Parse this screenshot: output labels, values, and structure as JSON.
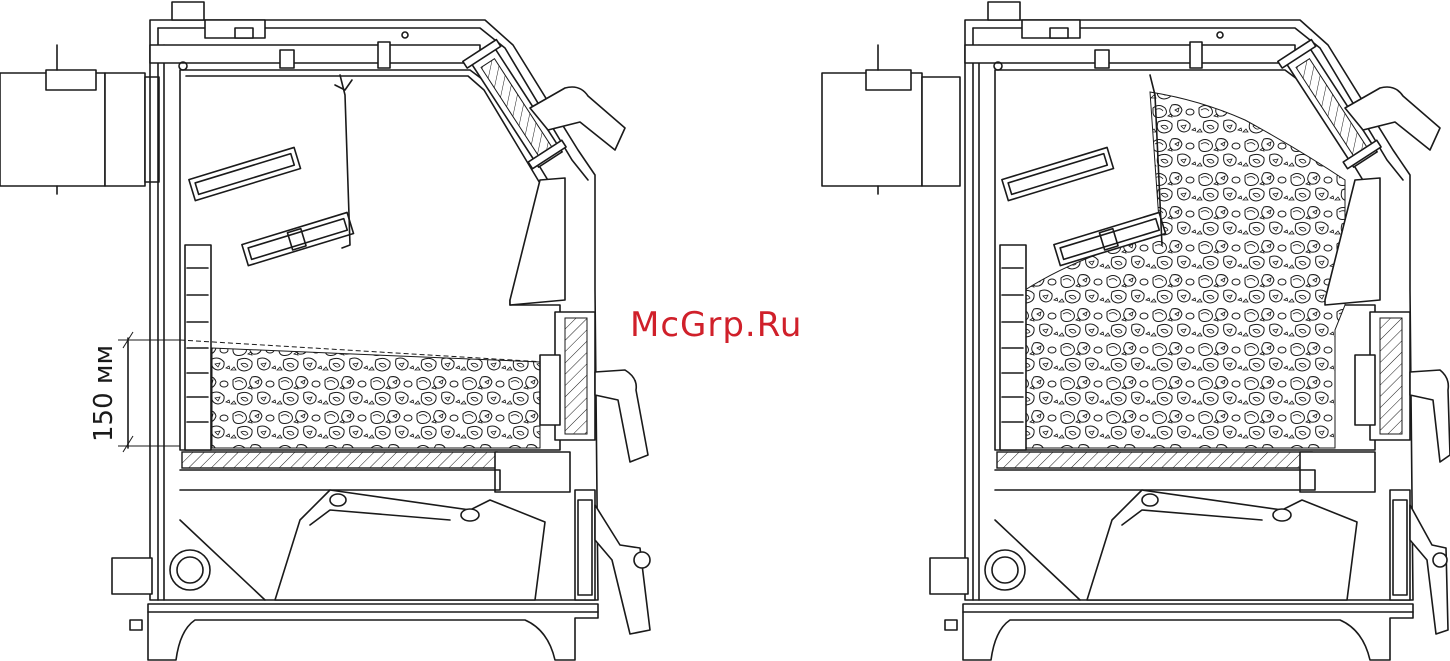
{
  "watermark": {
    "text": "McGrp.Ru",
    "color": "#d0202a"
  },
  "dimension": {
    "label": "150 мм",
    "value_mm": 150
  },
  "diagrams": [
    {
      "name": "boiler-cross-section-low-fuel-level"
    },
    {
      "name": "boiler-cross-section-full-fuel-load"
    }
  ]
}
